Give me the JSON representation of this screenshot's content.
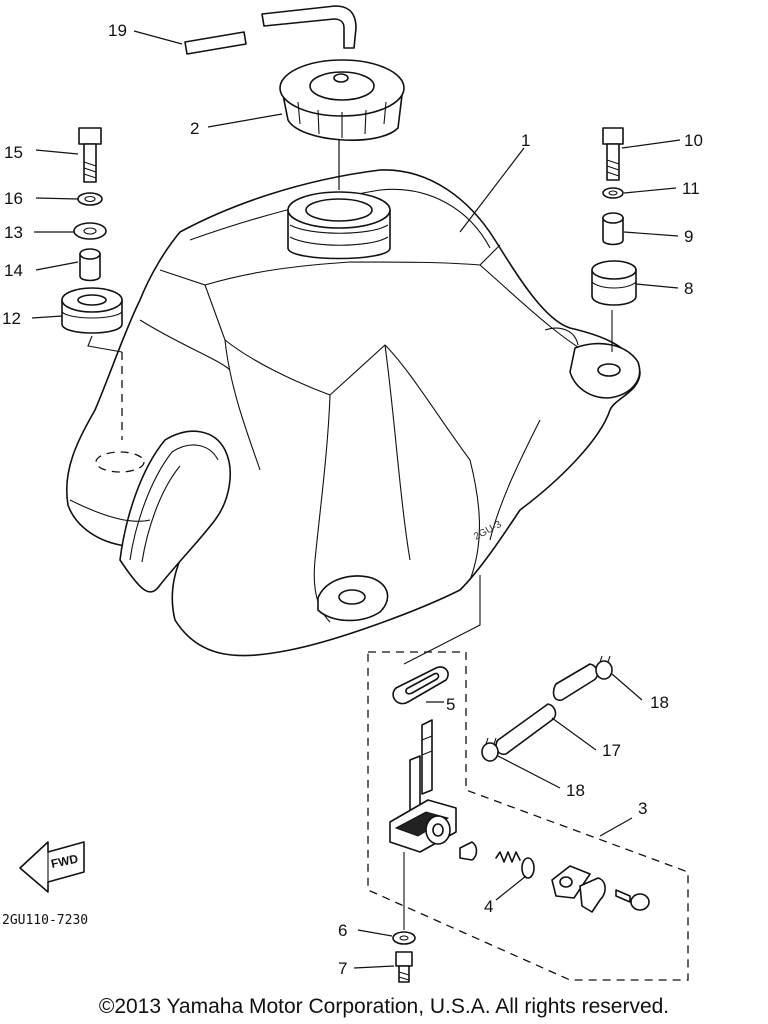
{
  "diagram": {
    "callouts": {
      "c1": "1",
      "c2": "2",
      "c3": "3",
      "c4": "4",
      "c5": "5",
      "c6": "6",
      "c7": "7",
      "c8": "8",
      "c9": "9",
      "c10": "10",
      "c11": "11",
      "c12": "12",
      "c13": "13",
      "c14": "14",
      "c15": "15",
      "c16": "16",
      "c17": "17",
      "c18a": "18",
      "c18b": "18",
      "c19": "19"
    },
    "fwd_label": "FWD",
    "diagram_code": "2GU110-7230",
    "tank_stamp": "2GU-3"
  },
  "footer": {
    "copyright": "©2013 Yamaha Motor Corporation, U.S.A. All rights reserved."
  }
}
